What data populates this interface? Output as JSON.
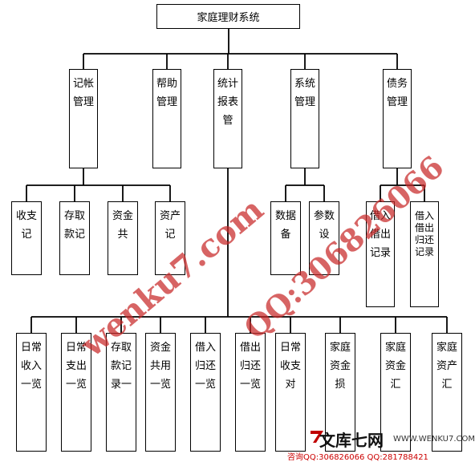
{
  "root": {
    "label": "家庭理财系统"
  },
  "modules": [
    {
      "id": "m1",
      "label": "记帐管理"
    },
    {
      "id": "m2",
      "label": "帮助管理"
    },
    {
      "id": "m3",
      "label": "统计报表管"
    },
    {
      "id": "m4",
      "label": "系统管理"
    },
    {
      "id": "m5",
      "label": "债务管理"
    }
  ],
  "submodules": [
    {
      "id": "s1",
      "parent": "m1",
      "label": "收支记"
    },
    {
      "id": "s2",
      "parent": "m1",
      "label": "存取款记"
    },
    {
      "id": "s3",
      "parent": "m1",
      "label": "资金共"
    },
    {
      "id": "s4",
      "parent": "m1",
      "label": "资产记"
    },
    {
      "id": "s5",
      "parent": "m4",
      "label": "数据备"
    },
    {
      "id": "s6",
      "parent": "m4",
      "label": "参数设"
    },
    {
      "id": "s7",
      "parent": "m5",
      "label": "借入借出记录"
    },
    {
      "id": "s8",
      "parent": "m5",
      "label": "借入借出归还记录"
    }
  ],
  "reports": [
    {
      "id": "r1",
      "label": "日常收入一览"
    },
    {
      "id": "r2",
      "label": "日常支出一览"
    },
    {
      "id": "r3",
      "label": "存取款记录一"
    },
    {
      "id": "r4",
      "label": "资金共用一览"
    },
    {
      "id": "r5",
      "label": "借入归还一览"
    },
    {
      "id": "r6",
      "label": "借出归还一览"
    },
    {
      "id": "r7",
      "label": "日常收支对"
    },
    {
      "id": "r8",
      "label": "家庭资金损"
    },
    {
      "id": "r9",
      "label": "家庭资金汇"
    },
    {
      "id": "r10",
      "label": "家庭资产汇"
    }
  ],
  "watermark": {
    "text1": "wenku7.com",
    "text2": "QQ:306826066"
  },
  "footer": {
    "brand": "文库七网",
    "site": "WWW.WENKU7.COM",
    "contact": "咨询QQ:306826066  QQ:281788421",
    "accent": "#c00000"
  }
}
